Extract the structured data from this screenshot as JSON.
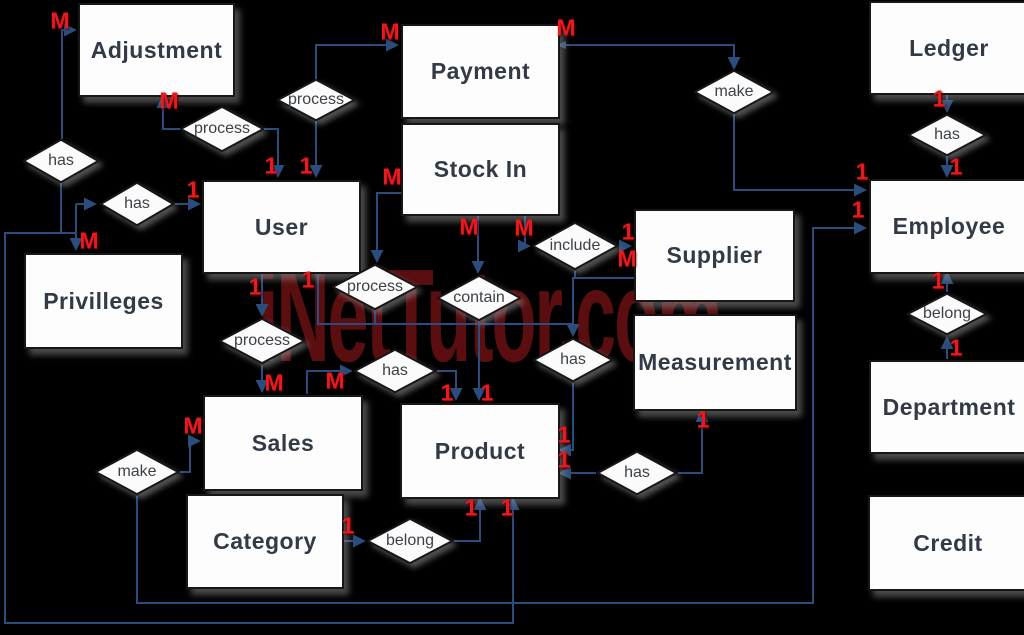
{
  "watermark": {
    "text": "iNetTutor.com"
  },
  "colors": {
    "background": "#000000",
    "box_fill": "#fdfdfd",
    "box_border": "#171717",
    "line": "#2b4d7e",
    "cardinality_red": "#e8191f",
    "watermark_red": "#5a0e10",
    "entity_text": "#323a45"
  },
  "diagram": {
    "entities": [
      {
        "id": "adjustment",
        "label": "Adjustment"
      },
      {
        "id": "payment",
        "label": "Payment"
      },
      {
        "id": "stock-in",
        "label": "Stock In"
      },
      {
        "id": "ledger",
        "label": "Ledger"
      },
      {
        "id": "user",
        "label": "User"
      },
      {
        "id": "supplier",
        "label": "Supplier"
      },
      {
        "id": "employee",
        "label": "Employee"
      },
      {
        "id": "privilleges",
        "label": "Privilleges"
      },
      {
        "id": "measurement",
        "label": "Measurement"
      },
      {
        "id": "department",
        "label": "Department"
      },
      {
        "id": "sales",
        "label": "Sales"
      },
      {
        "id": "product",
        "label": "Product"
      },
      {
        "id": "category",
        "label": "Category"
      },
      {
        "id": "credit",
        "label": "Credit"
      }
    ],
    "relationships": [
      {
        "id": "process-adjustment-user",
        "label": "process"
      },
      {
        "id": "process-payment-user",
        "label": "process"
      },
      {
        "id": "make-payment-employee",
        "label": "make"
      },
      {
        "id": "has-adjustment-product",
        "label": "has"
      },
      {
        "id": "has-user-privilleges",
        "label": "has"
      },
      {
        "id": "has-ledger-employee",
        "label": "has"
      },
      {
        "id": "process-user-stockin",
        "label": "process"
      },
      {
        "id": "contain-stockin-product",
        "label": "contain"
      },
      {
        "id": "include-stockin-supplier",
        "label": "include"
      },
      {
        "id": "process-user-sales",
        "label": "process"
      },
      {
        "id": "has-sales-product",
        "label": "has"
      },
      {
        "id": "has-supplier-product",
        "label": "has"
      },
      {
        "id": "belong-employee-department",
        "label": "belong"
      },
      {
        "id": "make-sales-employee",
        "label": "make"
      },
      {
        "id": "has-product-measurement",
        "label": "has"
      },
      {
        "id": "belong-category-product",
        "label": "belong"
      }
    ],
    "cardinalities": [
      {
        "id": "m-adjustment-left",
        "value": "M"
      },
      {
        "id": "m-adjustment-bottom",
        "value": "M"
      },
      {
        "id": "m-payment-left",
        "value": "M"
      },
      {
        "id": "m-payment-right",
        "value": "M"
      },
      {
        "id": "m-stockin-left",
        "value": "M"
      },
      {
        "id": "m-stockin-contain",
        "value": "M"
      },
      {
        "id": "m-stockin-include",
        "value": "M"
      },
      {
        "id": "m-supplier-left",
        "value": "M"
      },
      {
        "id": "m-privilleges-top",
        "value": "M"
      },
      {
        "id": "m-sales-top-left",
        "value": "M"
      },
      {
        "id": "m-sales-top-right",
        "value": "M"
      },
      {
        "id": "m-sales-left",
        "value": "M"
      },
      {
        "id": "one-user-top-left",
        "value": "1"
      },
      {
        "id": "one-user-top-right",
        "value": "1"
      },
      {
        "id": "one-user-left",
        "value": "1"
      },
      {
        "id": "one-user-bottom-left",
        "value": "1"
      },
      {
        "id": "one-user-bottom-right",
        "value": "1"
      },
      {
        "id": "one-supplier-left",
        "value": "1"
      },
      {
        "id": "one-ledger-bottom",
        "value": "1"
      },
      {
        "id": "one-employee-top",
        "value": "1"
      },
      {
        "id": "one-employee-left-upper",
        "value": "1"
      },
      {
        "id": "one-employee-left-lower",
        "value": "1"
      },
      {
        "id": "one-employee-bottom",
        "value": "1"
      },
      {
        "id": "one-department-top",
        "value": "1"
      },
      {
        "id": "one-product-top-left",
        "value": "1"
      },
      {
        "id": "one-product-top-right",
        "value": "1"
      },
      {
        "id": "one-product-right-upper",
        "value": "1"
      },
      {
        "id": "one-product-right-lower",
        "value": "1"
      },
      {
        "id": "one-measurement-bottom",
        "value": "1"
      },
      {
        "id": "one-category-right",
        "value": "1"
      },
      {
        "id": "one-product-bottom-left",
        "value": "1"
      },
      {
        "id": "one-product-bottom-right",
        "value": "1"
      }
    ]
  }
}
